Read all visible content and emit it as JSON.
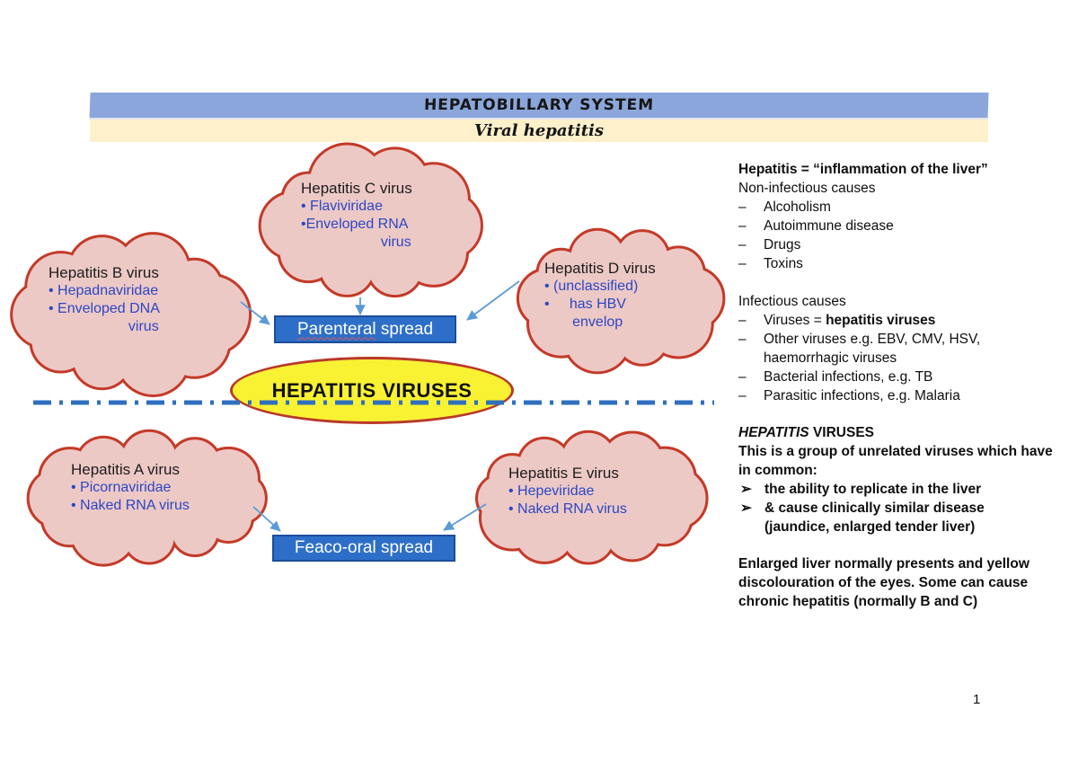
{
  "header": {
    "title": "HEPATOBILLARY SYSTEM",
    "subtitle": "Viral hepatitis"
  },
  "diagram": {
    "center_label": "HEPATITIS VIRUSES",
    "parenteral_word": "Parenteral",
    "parenteral_rest": " spread",
    "feaco_label": "Feaco-oral spread",
    "clouds": [
      {
        "title": "Hepatitis C virus",
        "lines": [
          "• Flaviviridae",
          "•Enveloped RNA",
          "                    virus"
        ]
      },
      {
        "title": "Hepatitis B virus",
        "lines": [
          "• Hepadnaviridae",
          "• Enveloped DNA",
          "                    virus"
        ]
      },
      {
        "title": "Hepatitis D virus",
        "lines": [
          "• (unclassified)",
          "•     has HBV",
          "       envelop"
        ]
      },
      {
        "title": "Hepatitis A virus",
        "lines": [
          "• Picornaviridae",
          "• Naked RNA virus"
        ]
      },
      {
        "title": "Hepatitis E virus",
        "lines": [
          "• Hepeviridae",
          "• Naked RNA virus"
        ]
      }
    ],
    "colors": {
      "cloud_fill": "#edc9c6",
      "cloud_border": "#c43a28",
      "box_blue": "#2d6fc8",
      "box_border": "#1b4d9b",
      "ellipse_yellow": "#f8f233",
      "ellipse_border": "#b9392a",
      "arrow_blue": "#5b9bd5",
      "dash_line": "#2e6fc0",
      "bullet_blue": "#2b47c3",
      "header_blue": "#8ba6da",
      "header_yellow": "#fdf0ca"
    }
  },
  "right_panel": {
    "intro": "Hepatitis = “inflammation of the liver”",
    "noninfectious": {
      "header": "Non-infectious causes",
      "dash": "–",
      "items": [
        "Alcoholism",
        "Autoimmune disease",
        "Drugs",
        "Toxins"
      ]
    },
    "infectious": {
      "header": "Infectious causes",
      "dash": "–",
      "items": [
        {
          "pre": "Viruses = ",
          "bold": "hepatitis viruses"
        },
        {
          "pre": "Other viruses e.g. EBV, CMV, HSV, haemorrhagic viruses",
          "bold": ""
        },
        {
          "pre": "Bacterial infections, e.g. TB",
          "bold": ""
        },
        {
          "pre": "Parasitic infections, e.g. Malaria",
          "bold": ""
        }
      ]
    },
    "hv_section": {
      "title_italic": "HEPATITIS",
      "title_rest": " VIRUSES",
      "body": "This is a group of unrelated viruses which have in common:",
      "bullet_glyph": "➢",
      "bullets": [
        "the ability to replicate in the liver",
        "& cause clinically similar disease (jaundice, enlarged tender liver)"
      ]
    },
    "closing": "Enlarged liver normally presents and yellow discolouration of the eyes. Some can cause chronic hepatitis (normally B and C)"
  },
  "page_number": "1"
}
